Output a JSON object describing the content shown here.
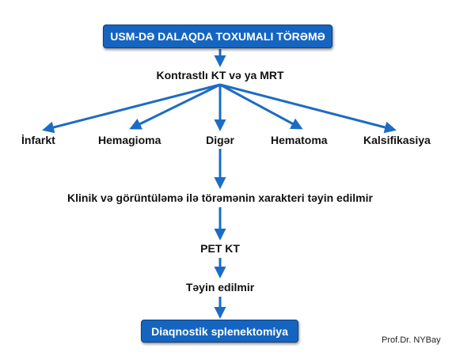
{
  "title": "USM-DƏ DALAQDA TOXUMALI TÖRƏMƏ",
  "imaging": "Kontrastlı KT və ya MRT",
  "outcomes": [
    "İnfarkt",
    "Hemagioma",
    "Digər",
    "Hematoma",
    "Kalsifikasiya"
  ],
  "step_undetermined": "Klinik və görüntüləmə ilə törəmənin xarakteri təyin edilmir",
  "pet": "PET KT",
  "pet_result": "Təyin edilmir",
  "final": "Diaqnostik splenektomiya",
  "author": "Prof.Dr. NYBay",
  "colors": {
    "box": "#1565c0",
    "arrow": "#1c6cc4"
  }
}
